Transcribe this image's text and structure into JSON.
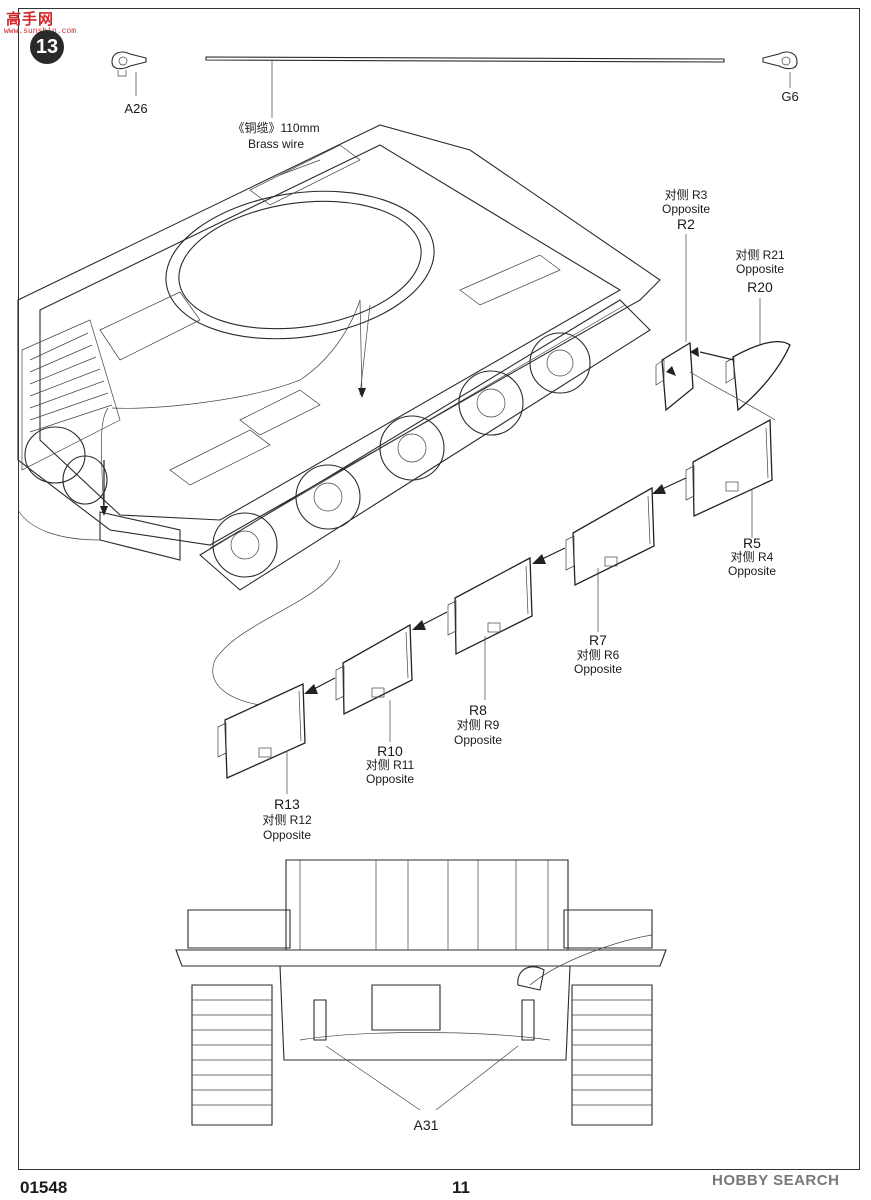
{
  "watermark": {
    "text": "高手网",
    "sub": "www.sunshin.com"
  },
  "step_number": "13",
  "parts": {
    "a26": "A26",
    "g6": "G6",
    "wire_cn": "《铜缆》110mm",
    "wire_en": "Brass wire",
    "r2_opp": "对侧 R3",
    "r2_opposite": "Opposite",
    "r2": "R2",
    "r20_opp": "对侧 R21",
    "r20_opposite": "Opposite",
    "r20": "R20",
    "r5": "R5",
    "r5_opp": "对侧 R4",
    "r5_opposite": "Opposite",
    "r7": "R7",
    "r7_opp": "对侧 R6",
    "r7_opposite": "Opposite",
    "r8": "R8",
    "r8_opp": "对侧 R9",
    "r8_opposite": "Opposite",
    "r10": "R10",
    "r10_opp": "对侧 R11",
    "r10_opposite": "Opposite",
    "r13": "R13",
    "r13_opp": "对侧 R12",
    "r13_opposite": "Opposite",
    "a31": "A31"
  },
  "footer": {
    "code": "01548",
    "page": "11",
    "brand": "HOBBY SEARCH"
  }
}
